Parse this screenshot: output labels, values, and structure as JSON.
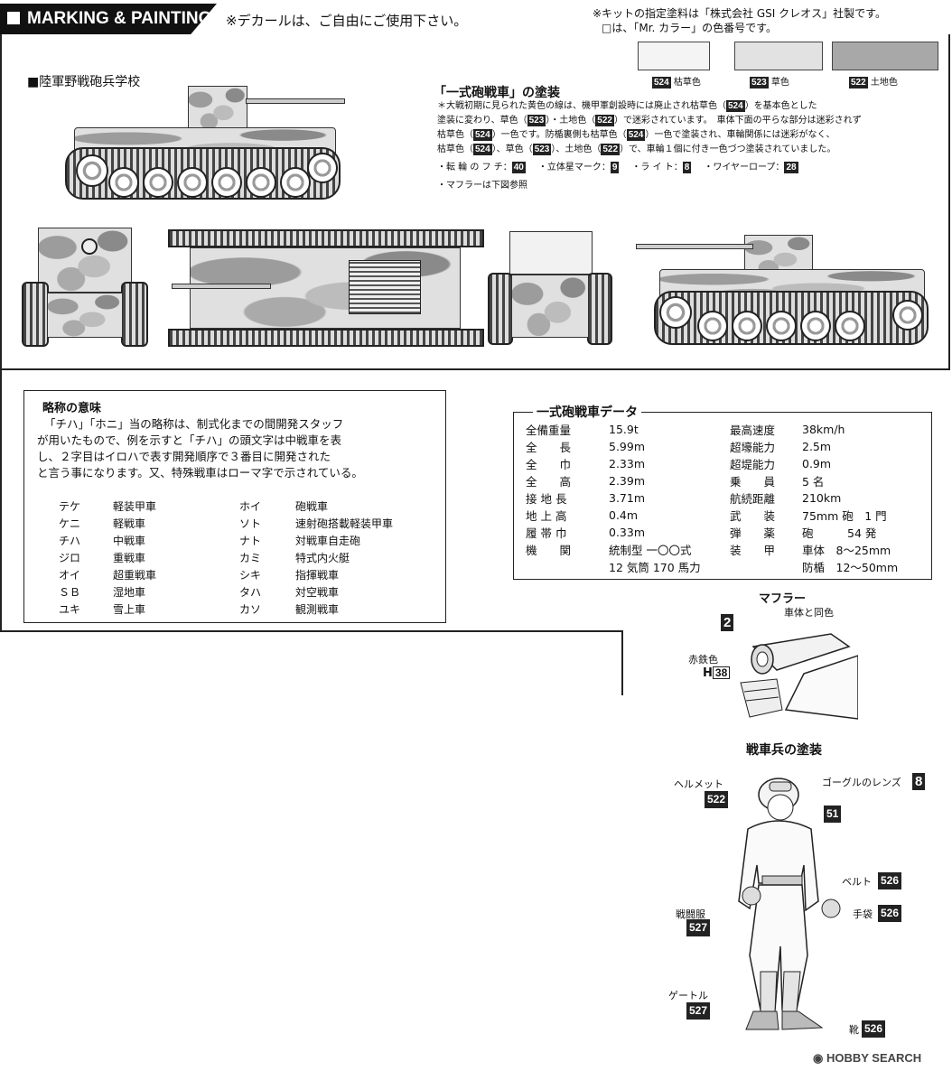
{
  "header": {
    "title": "MARKING & PAINTING",
    "decal_note": "※デカールは、ご自由にご使用下さい。",
    "paint_note_1": "※キットの指定塗料は「株式会社 GSI クレオス」社製です。",
    "paint_note_2": "□は、「Mr. カラー」の色番号です。"
  },
  "swatches": [
    {
      "code": "524",
      "name": "枯草色",
      "color": "#f4f4f4"
    },
    {
      "code": "523",
      "name": "草色",
      "color": "#e2e2e2"
    },
    {
      "code": "522",
      "name": "土地色",
      "color": "#a8a8a8"
    }
  ],
  "unit_label": "■陸軍野戦砲兵学校",
  "painting": {
    "title": "「一式砲戦車」の塗装",
    "line1": "＊大戦初期に見られた黄色の線は、機甲軍創設時には廃止され枯草色（",
    "line1_code": "524",
    "line1_end": "）を基本色とした",
    "line2a": "塗装に変わり、草色（",
    "line2_code1": "523",
    "line2b": "）・土地色（",
    "line2_code2": "522",
    "line2c": "）で迷彩されています。　車体下面の平らな部分は迷彩されず",
    "line3a": "枯草色（",
    "line3_code": "524",
    "line3b": "）一色です。防楯裏側も枯草色（",
    "line3_code2": "524",
    "line3c": "）一色で塗装され、車輪関係には迷彩がなく、",
    "line4a": "枯草色（",
    "line4_code1": "524",
    "line4b": "）、草色（",
    "line4_code2": "523",
    "line4c": "）、土地色（",
    "line4_code3": "522",
    "line4d": "）で、車輪１個に付き一色づつ塗装されていました。",
    "items": [
      {
        "label": "・転 輪 の フ チ：",
        "code": "40"
      },
      {
        "label": "・立体星マーク：",
        "code": "9"
      },
      {
        "label": "・ラ イ ト：",
        "code": "8"
      },
      {
        "label": "・ワイヤーロープ：",
        "code": "28"
      }
    ],
    "muffler_note": "・マフラーは下図参照"
  },
  "abbrev": {
    "title": "略称の意味",
    "p1": "「チハ」「ホニ」当の略称は、制式化までの間開発スタッフ",
    "p2": "が用いたもので、例を示すと「チハ」の頭文字は中戦車を表",
    "p3": "し、２字目はイロハで表す開発順序で３番目に開発された",
    "p4": "と言う事になります。又、特殊戦車はローマ字で示されている。",
    "rows": [
      [
        "テケ",
        "軽装甲車",
        "ホイ",
        "砲戦車"
      ],
      [
        "ケニ",
        "軽戦車",
        "ソト",
        "速射砲搭載軽装甲車"
      ],
      [
        "チハ",
        "中戦車",
        "ナト",
        "対戦車自走砲"
      ],
      [
        "ジロ",
        "重戦車",
        "カミ",
        "特式内火艇"
      ],
      [
        "オイ",
        "超重戦車",
        "シキ",
        "指揮戦車"
      ],
      [
        "ＳＢ",
        "湿地車",
        "タハ",
        "対空戦車"
      ],
      [
        "ユキ",
        "雪上車",
        "カソ",
        "観測戦車"
      ]
    ]
  },
  "spec": {
    "title": "一式砲戦車データ",
    "left": [
      [
        "全備重量",
        "15.9t"
      ],
      [
        "全　　長",
        "5.99m"
      ],
      [
        "全　　巾",
        "2.33m"
      ],
      [
        "全　　高",
        "2.39m"
      ],
      [
        "接 地 長",
        "3.71m"
      ],
      [
        "地 上 高",
        "0.4m"
      ],
      [
        "履 帯 巾",
        "0.33m"
      ],
      [
        "機　　関",
        "統制型 一〇〇式"
      ],
      [
        "",
        "12 気筒 170 馬力"
      ]
    ],
    "right": [
      [
        "最高速度",
        "38km/h"
      ],
      [
        "超壕能力",
        "2.5m"
      ],
      [
        "超堤能力",
        "0.9m"
      ],
      [
        "乗　　員",
        "5 名"
      ],
      [
        "航続距離",
        "210km"
      ],
      [
        "武　　装",
        "75mm 砲　1 門"
      ],
      [
        "弾　　薬",
        "砲　　　54 発"
      ],
      [
        "装　　甲",
        "車体　8～25mm"
      ],
      [
        "",
        "防楯　12～50mm"
      ]
    ]
  },
  "muffler": {
    "title": "マフラー",
    "body_label": "車体と同色",
    "rust_label": "赤鉄色",
    "code_main": "2",
    "code_h": "H",
    "code_h_num": "38"
  },
  "crew": {
    "title": "戦車兵の塗装",
    "helmet": "ヘルメット",
    "helmet_code": "522",
    "goggle": "ゴーグルのレンズ",
    "goggle_code": "8",
    "face_code": "51",
    "belt": "ベルト",
    "belt_code": "526",
    "uniform": "戦闘服",
    "uniform_code": "527",
    "glove": "手袋",
    "glove_code": "526",
    "gaiter": "ゲートル",
    "gaiter_code": "527",
    "boot": "靴",
    "boot_code": "526"
  },
  "watermark": "HOBBY SEARCH"
}
